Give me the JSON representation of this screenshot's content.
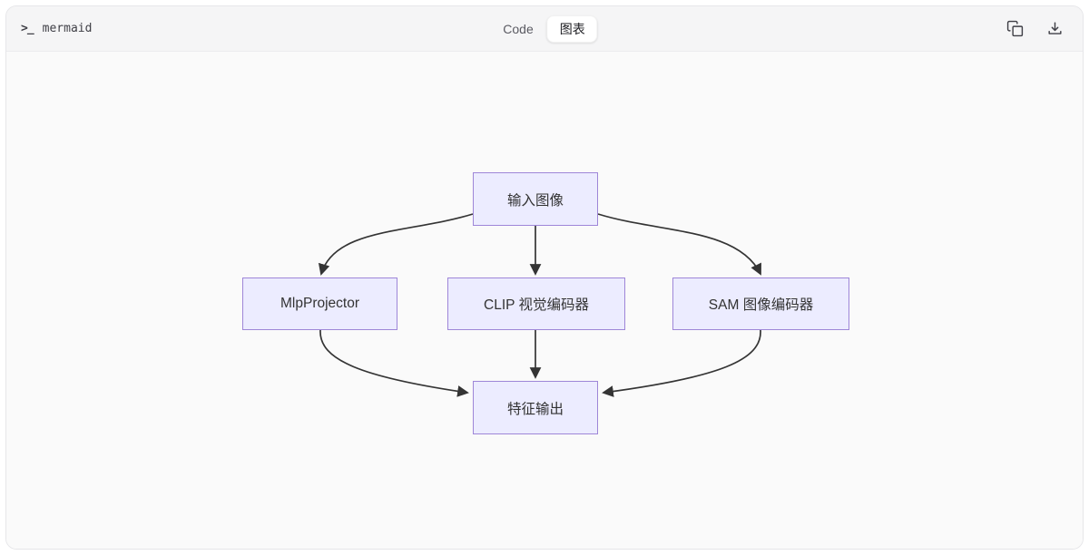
{
  "header": {
    "terminal_glyph": ">_",
    "title": "mermaid",
    "toggle": {
      "code_label": "Code",
      "diagram_label": "图表",
      "active": "图表"
    }
  },
  "diagram": {
    "type": "flowchart-top-down",
    "nodes": [
      {
        "id": "A",
        "label": "输入图像"
      },
      {
        "id": "B",
        "label": "MlpProjector"
      },
      {
        "id": "C",
        "label": "CLIP 视觉编码器"
      },
      {
        "id": "D",
        "label": "SAM 图像编码器"
      },
      {
        "id": "E",
        "label": "特征输出"
      }
    ],
    "edges": [
      {
        "from": "输入图像",
        "to": "MlpProjector"
      },
      {
        "from": "输入图像",
        "to": "CLIP 视觉编码器"
      },
      {
        "from": "输入图像",
        "to": "SAM 图像编码器"
      },
      {
        "from": "MlpProjector",
        "to": "特征输出"
      },
      {
        "from": "CLIP 视觉编码器",
        "to": "特征输出"
      },
      {
        "from": "SAM 图像编码器",
        "to": "特征输出"
      }
    ],
    "colors": {
      "node_fill": "#ECECFF",
      "node_border": "#9e86d8",
      "node_text": "#333333",
      "edge": "#343434"
    }
  }
}
